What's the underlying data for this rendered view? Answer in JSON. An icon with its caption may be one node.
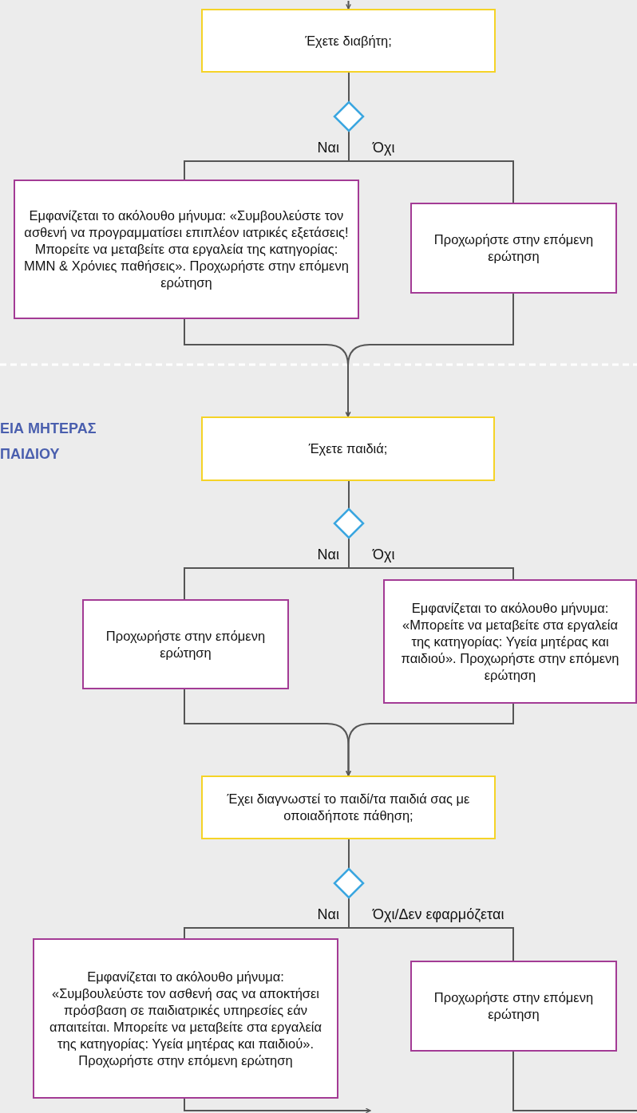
{
  "diagram": {
    "nodes": [
      {
        "text": [
          "Έχετε διαβήτη;"
        ]
      },
      {
        "text": [],
        "shape": "diamond"
      },
      {
        "text": [
          "Εμφανίζεται το ακόλουθο μήνυμα: «Συμβουλεύστε τον ασθενή να προγραμματίσει επιπλέον ιατρικές εξετάσεις! Μπορείτε να μεταβείτε στα εργαλεία της κατηγορίας: ΜΜΝ & Χρόνιες παθήσεις». Προχωρήστε στην επόμενη ερώτηση"
        ]
      },
      {
        "text": [
          "Προχωρήστε στην επόμενη ερώτηση"
        ]
      },
      {
        "text": [
          "Έχετε παιδιά;"
        ]
      },
      {
        "text": [],
        "shape": "diamond"
      },
      {
        "text": [
          "Προχωρήστε στην επόμενη ερώτηση"
        ]
      },
      {
        "text": [
          "Εμφανίζεται το ακόλουθο μήνυμα: «Μπορείτε να μεταβείτε στα εργαλεία της κατηγορίας: Υγεία μητέρας και παιδιού». Προχωρήστε στην επόμενη ερώτηση"
        ]
      },
      {
        "text": [
          "Έχει διαγνωστεί το παιδί/τα παιδιά σας με οποιαδήποτε πάθηση;"
        ]
      },
      {
        "text": [],
        "shape": "diamond"
      },
      {
        "text": [
          "Εμφανίζεται το ακόλουθο μήνυμα: «Συμβουλεύστε τον ασθενή σας να αποκτήσει πρόσβαση σε παιδιατρικές υπηρεσίες εάν απαιτείται. Μπορείτε να μεταβείτε στα εργαλεία της κατηγορίας: Υγεία μητέρας και παιδιού». Προχωρήστε στην επόμενη ερώτηση"
        ]
      },
      {
        "text": [
          "Προχωρήστε στην επόμενη ερώτηση"
        ]
      }
    ],
    "edges": [
      {
        "from": null,
        "to": 0,
        "arrow": "to"
      },
      {
        "from": 0,
        "to": 1,
        "arrow": "none"
      },
      {
        "from": 1,
        "to": 2,
        "arrow": "none",
        "label": "Ναι"
      },
      {
        "from": 1,
        "to": 3,
        "arrow": "none",
        "label": "Όχι"
      },
      {
        "from": 2,
        "to": 4,
        "arrow": "to"
      },
      {
        "from": 3,
        "to": 4,
        "arrow": "to"
      },
      {
        "from": 4,
        "to": 5,
        "arrow": "none"
      },
      {
        "from": 5,
        "to": 6,
        "arrow": "none",
        "label": "Ναι"
      },
      {
        "from": 5,
        "to": 7,
        "arrow": "none",
        "label": "Όχι"
      },
      {
        "from": 6,
        "to": 8,
        "arrow": "to"
      },
      {
        "from": 7,
        "to": 8,
        "arrow": "to"
      },
      {
        "from": 8,
        "to": 9,
        "arrow": "none"
      },
      {
        "from": 9,
        "to": 10,
        "arrow": "none",
        "label": "Ναι"
      },
      {
        "from": 9,
        "to": 11,
        "arrow": "none",
        "label": "Όχι/Δεν εφαρμόζεται"
      },
      {
        "from": 10,
        "to": null,
        "arrow": "to"
      },
      {
        "from": 11,
        "to": null,
        "arrow": "to"
      }
    ],
    "labels": [
      "ΕΙΑ ΜΗΤΕΡΑΣ ΠΑΙΔΙΟΥ"
    ]
  }
}
